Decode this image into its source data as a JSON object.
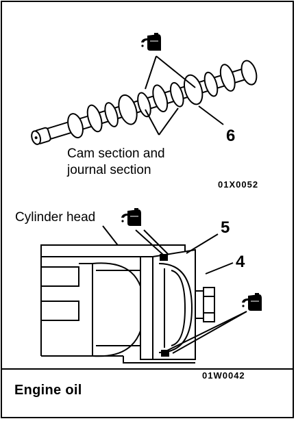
{
  "figure": {
    "top": {
      "part_number": "6",
      "label_line1": "Cam section and",
      "label_line2": "journal section",
      "code": "01X0052"
    },
    "bottom": {
      "label": "Cylinder head",
      "part_number_upper": "5",
      "part_number_lower": "4",
      "code": "01W0042"
    }
  },
  "caption": "Engine oil",
  "icons": [
    "oil-can-icon"
  ]
}
